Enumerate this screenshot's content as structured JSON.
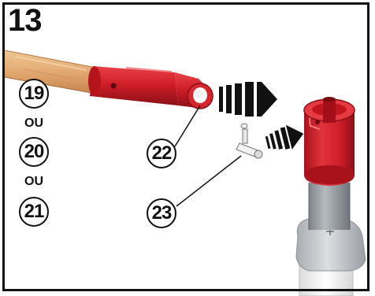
{
  "step": {
    "number": "13"
  },
  "handle_options": {
    "labels": [
      "19",
      "20",
      "21"
    ],
    "separator": "OU"
  },
  "callouts": {
    "connector": "22",
    "pin": "23"
  },
  "colors": {
    "handle_red": "#d01e28",
    "handle_red_dark": "#8c0f16",
    "wood": "#e2aa72",
    "wood_dark": "#c8864e",
    "pole_gray": "#9ca1a5",
    "base_gray": "#c9cbd0",
    "arrow": "#111111"
  },
  "icons": [
    "push-arrow-icon",
    "insert-arrow-icon"
  ]
}
